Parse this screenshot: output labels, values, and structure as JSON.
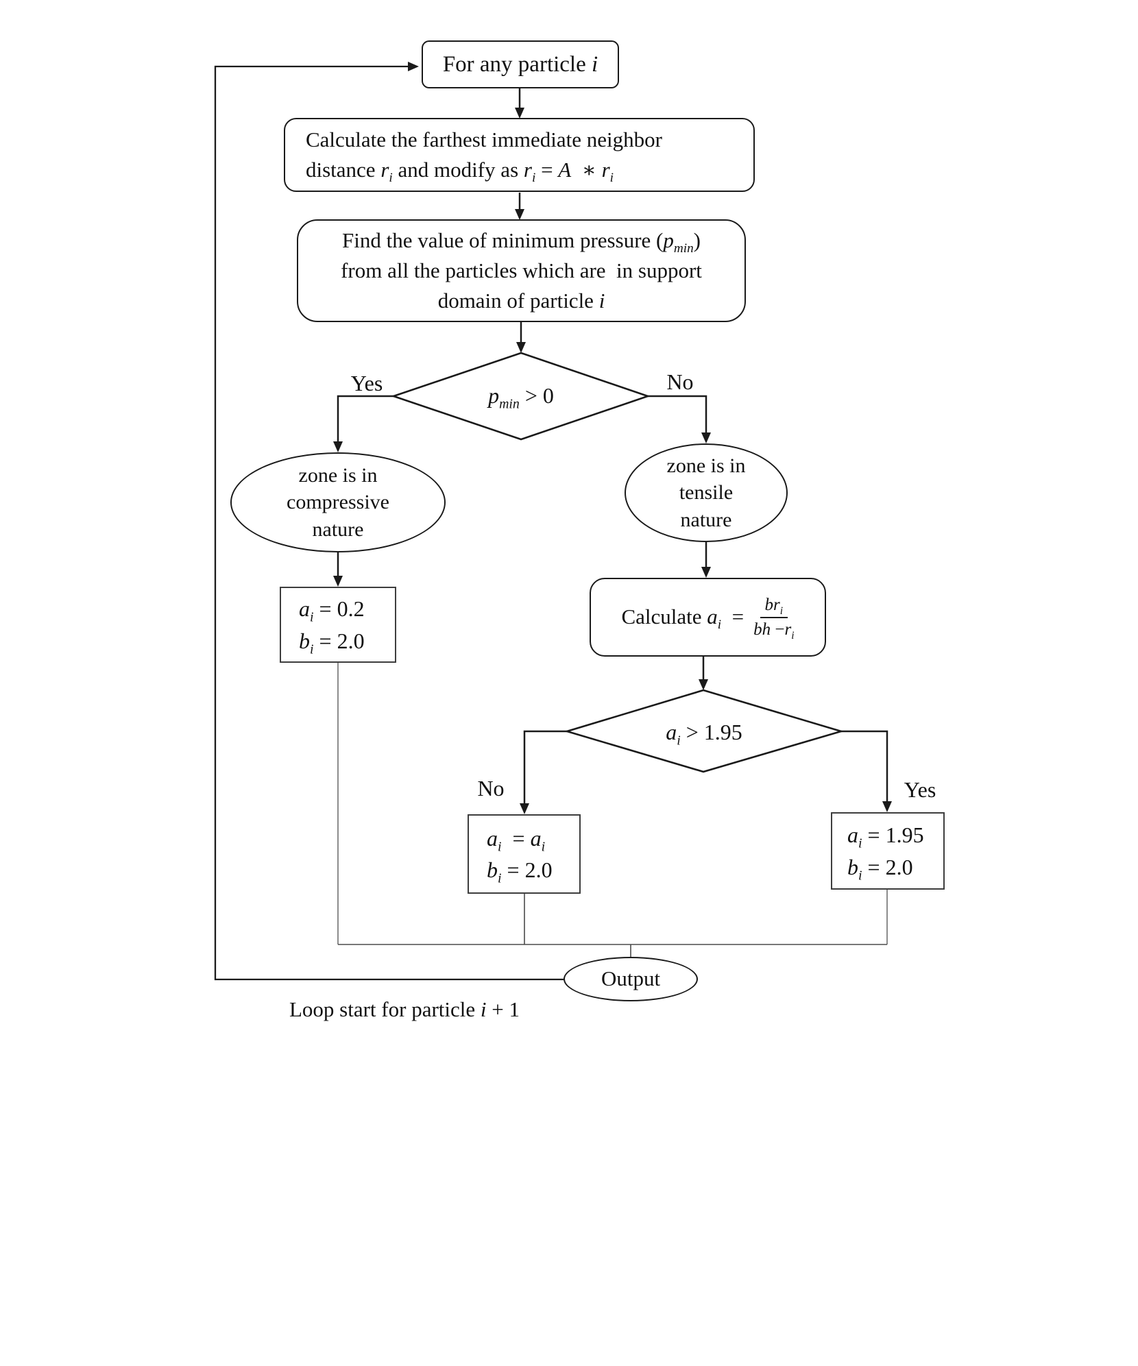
{
  "colors": {
    "stroke": "#1a1a1a",
    "value_box_border": "#3d3d3d",
    "gray_connector": "#8c8c8c",
    "thin_connector": "#4a4a4a",
    "background": "#ffffff"
  },
  "nodes": {
    "start": {
      "label_html": "For any particle <i>i</i>"
    },
    "calc_neighbor": {
      "lines_html": [
        "Calculate the farthest immediate neighbor",
        "distance <i>r<sub>i</sub></i> and modify as <i>r<sub>i</sub></i> = <i>A</i> &nbsp;∗ <i>r<sub>i</sub></i>"
      ]
    },
    "find_pmin": {
      "lines_html": [
        "Find the value of minimum pressure (<i>p<sub>min</sub></i>)",
        "from all the particles which are&nbsp; in support",
        "domain of particle <i>i</i>"
      ]
    },
    "decision_pmin": {
      "label_html": "<i>p<sub>min</sub></i> &gt; 0",
      "yes": "Yes",
      "no": "No"
    },
    "zone_compressive": {
      "lines": [
        "zone is in",
        "compressive",
        "nature"
      ]
    },
    "zone_tensile": {
      "lines": [
        "zone is in",
        "tensile",
        "nature"
      ]
    },
    "values_compressive": {
      "lines_html": [
        "<i>a<sub>i</sub></i> = 0.2",
        "<i>b<sub>i</sub></i> = 2.0"
      ]
    },
    "calc_ai": {
      "prefix_html": "Calculate <i>a<sub>i</sub></i>&nbsp; =",
      "numerator_html": "<i>br<sub>i</sub></i>",
      "denominator_html": "<i>bh</i> −<i>r<sub>i</sub></i>"
    },
    "decision_ai": {
      "label_html": "<i>a<sub>i</sub></i> &gt; 1.95",
      "yes": "Yes",
      "no": "No"
    },
    "values_ai_unchanged": {
      "lines_html": [
        "<i>a<sub>i</sub></i>&nbsp; = <i>a<sub>i</sub></i>",
        "<i>b<sub>i</sub></i> = 2.0"
      ]
    },
    "values_ai_capped": {
      "lines_html": [
        "<i>a<sub>i</sub></i> = 1.95",
        "<i>b<sub>i</sub></i> = 2.0"
      ]
    },
    "output": {
      "label": "Output"
    },
    "loop_note_html": "Loop start for particle <i>i</i> + 1"
  }
}
